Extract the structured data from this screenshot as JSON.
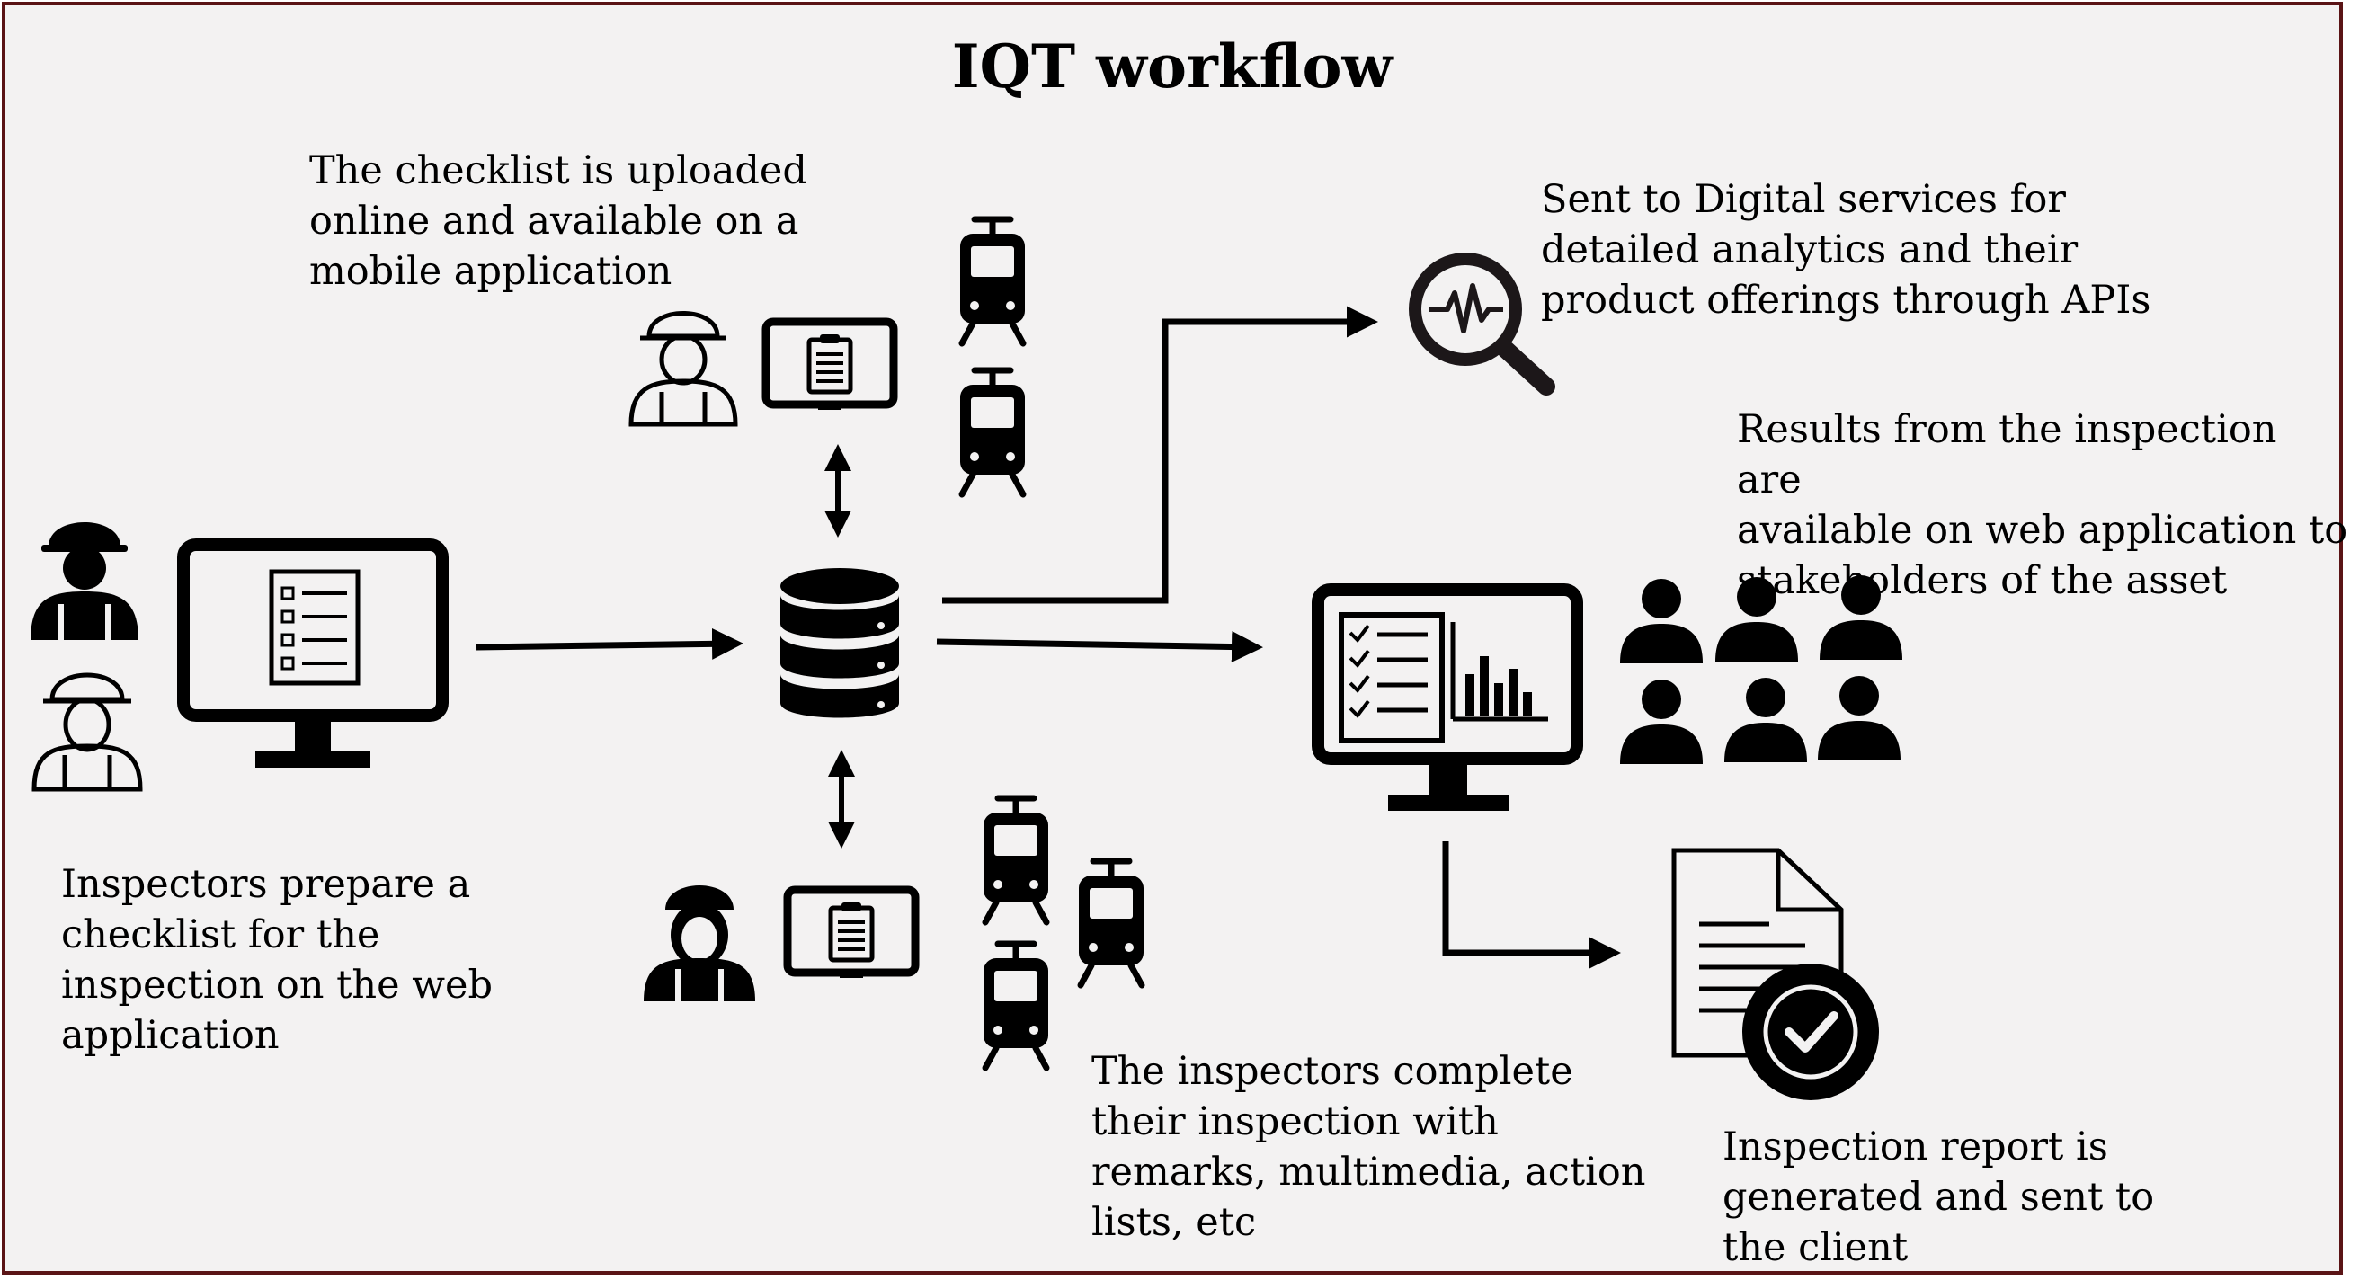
{
  "title": "IQT workflow",
  "steps": {
    "prepare": "Inspectors prepare a\nchecklist for the\ninspection on the web\napplication",
    "upload": "The checklist is uploaded\nonline and available on a\nmobile application",
    "complete": "The inspectors complete\ntheir inspection with\nremarks, multimedia, action\nlists, etc",
    "digital": "Sent to Digital services for\ndetailed analytics and their\nproduct offerings through APIs",
    "results": "Results from the inspection are\navailable on web application to\nstakeholders of the asset",
    "report": "Inspection report is\ngenerated and sent to\nthe client"
  },
  "colors": {
    "border": "#5a1416",
    "background": "#f3f2f2",
    "icon": "#1c1719",
    "ink": "#000000"
  },
  "icons": [
    "inspector-icon",
    "monitor-checklist-icon",
    "database-icon",
    "tablet-checklist-icon",
    "train-icon",
    "analytics-search-icon",
    "monitor-dashboard-icon",
    "stakeholders-group-icon",
    "certified-report-icon"
  ]
}
